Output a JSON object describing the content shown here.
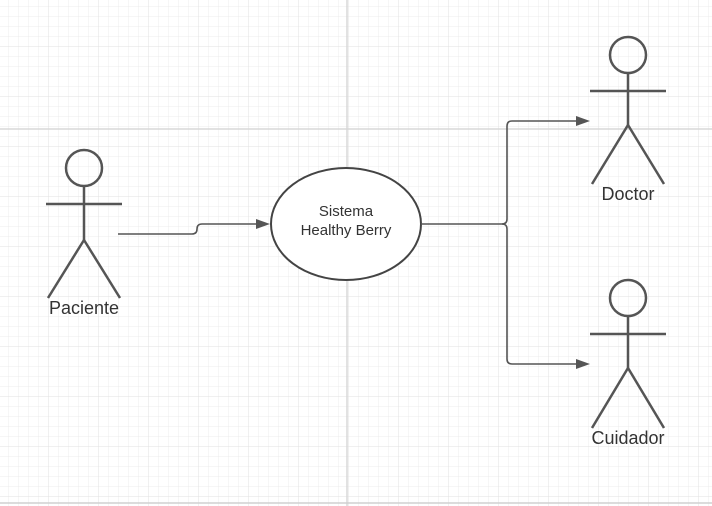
{
  "diagram": {
    "type": "use-case",
    "actors": [
      {
        "id": "paciente",
        "label": "Paciente"
      },
      {
        "id": "doctor",
        "label": "Doctor"
      },
      {
        "id": "cuidador",
        "label": "Cuidador"
      }
    ],
    "usecase": {
      "line1": "Sistema",
      "line2": "Healthy Berry"
    },
    "connections": [
      {
        "from": "paciente",
        "to": "usecase"
      },
      {
        "from": "usecase",
        "to": "doctor"
      },
      {
        "from": "usecase",
        "to": "cuidador"
      }
    ]
  }
}
